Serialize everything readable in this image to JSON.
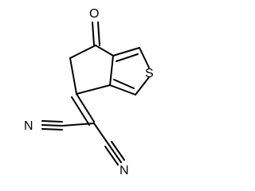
{
  "molecule": {
    "atoms": {
      "oxygen": "O",
      "sulfur": "S",
      "nitrogen_upper": "N",
      "nitrogen_lower": "N"
    },
    "colors": {
      "bond": "#000000",
      "label": "#000000",
      "background": "#ffffff"
    }
  }
}
